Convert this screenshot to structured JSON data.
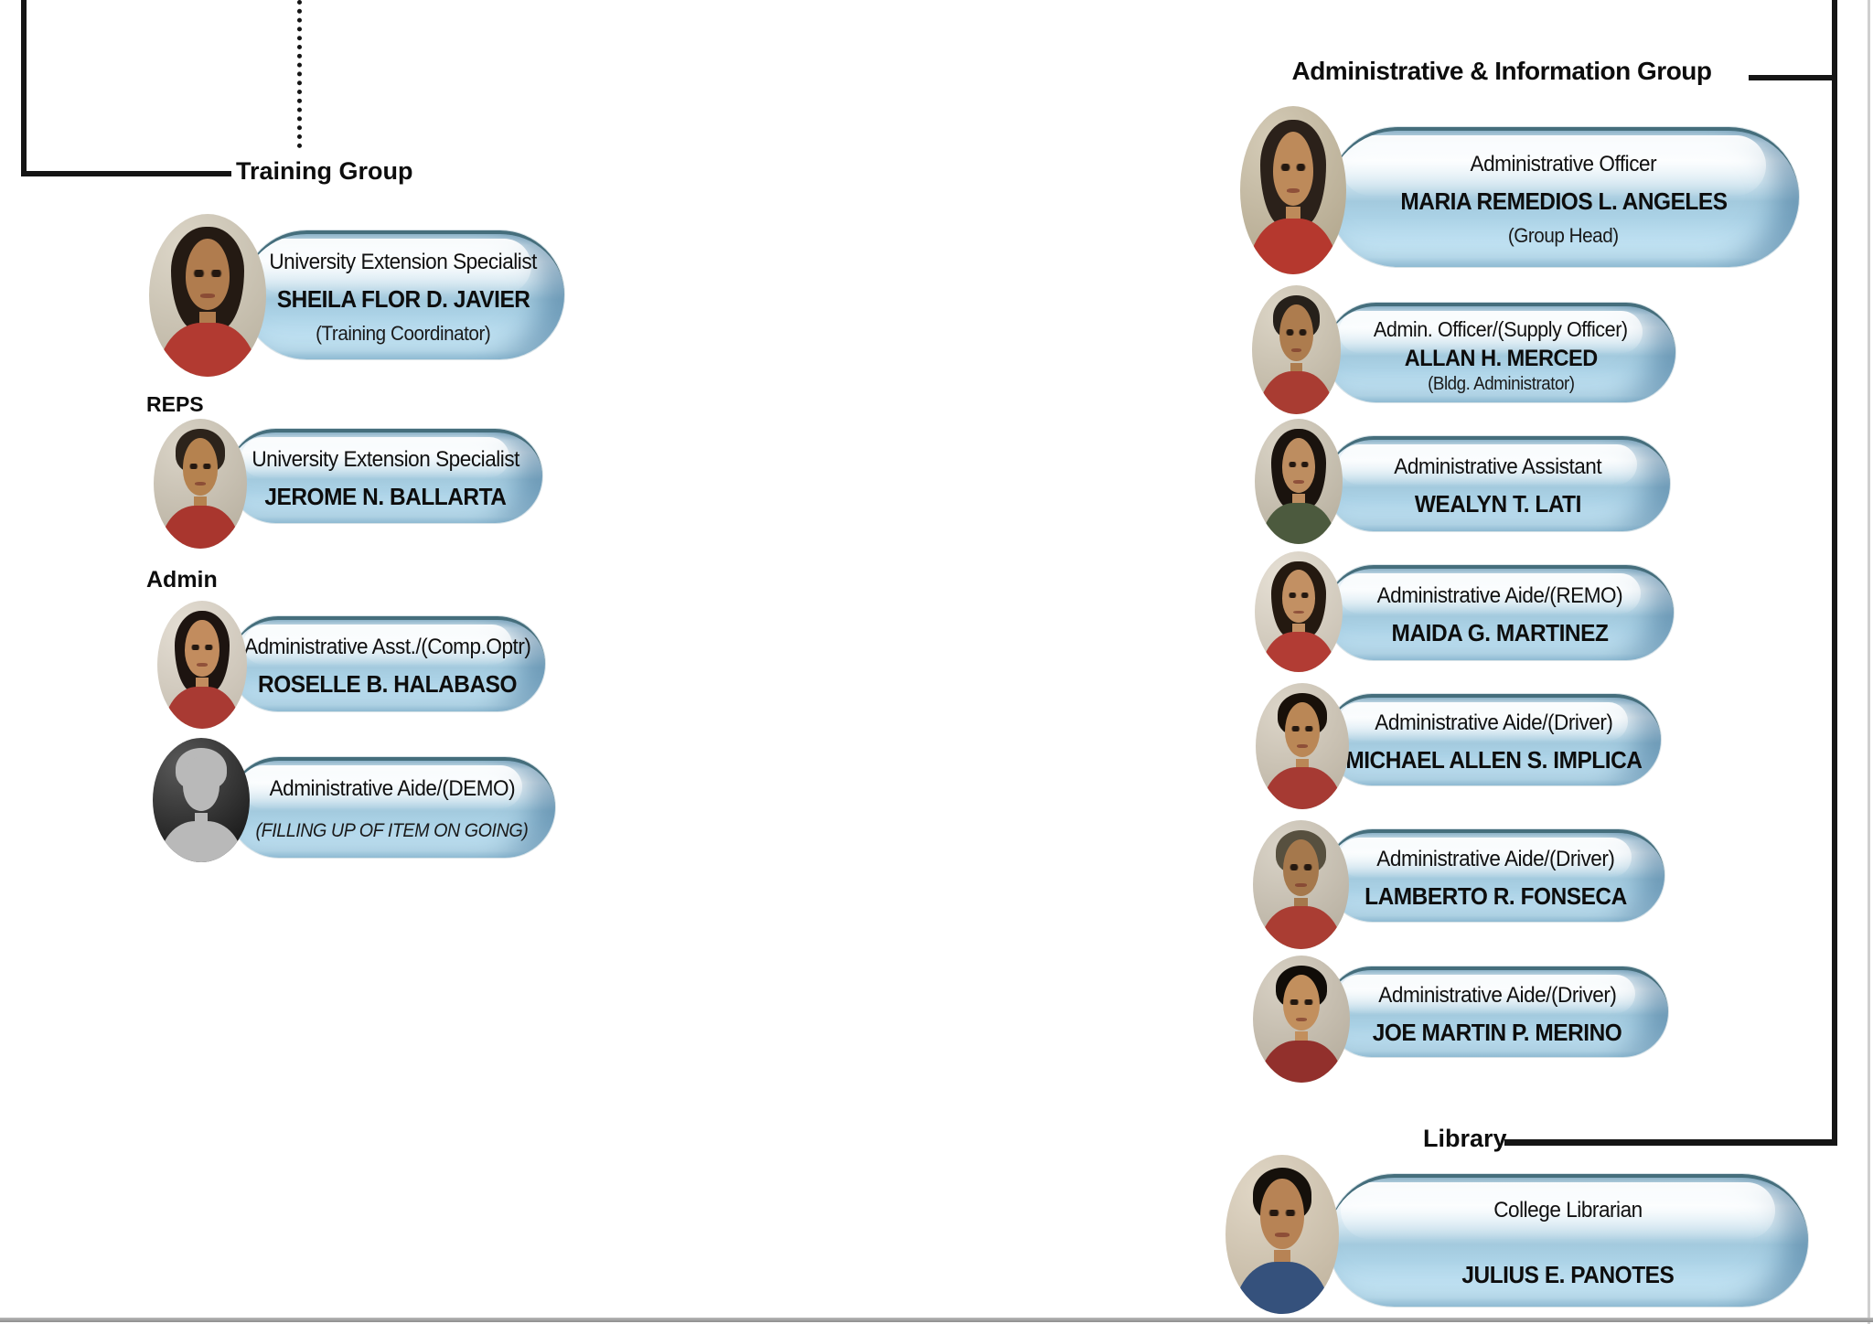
{
  "sections": {
    "training": {
      "label": "Training Group"
    },
    "reps": {
      "label": "REPS"
    },
    "admin": {
      "label": "Admin"
    },
    "admin_info": {
      "label": "Administrative & Information Group"
    },
    "library": {
      "label": "Library"
    }
  },
  "colors": {
    "pill_top_border": "#456e7c",
    "pill_body_blue": "#a3cade",
    "pill_light": "#f8fcfe",
    "connector": "#151515",
    "background": "#ffffff"
  },
  "cards": [
    {
      "title": "University Extension Specialist",
      "name": "SHEILA FLOR D. JAVIER",
      "sub": "(Training Coordinator)",
      "avatar": {
        "bg": "#cdc4b0",
        "shirt": "#b23a31",
        "skin": "#b07c4e",
        "hair": "#241a13",
        "hair_style": "long"
      }
    },
    {
      "title": "University Extension Specialist",
      "name": "JEROME N. BALLARTA",
      "avatar": {
        "bg": "#c9c0ae",
        "shirt": "#a9362e",
        "skin": "#b5824f",
        "hair": "#2c231b",
        "hair_style": "short"
      }
    },
    {
      "title": "Administrative Asst./(Comp.Optr)",
      "name": "ROSELLE B. HALABASO",
      "avatar": {
        "bg": "#d8cfc0",
        "shirt": "#a93a33",
        "skin": "#c28c5e",
        "hair": "#1d1410",
        "hair_style": "long"
      }
    },
    {
      "title": "Administrative Aide/(DEMO)",
      "sub": "(FILLING UP OF ITEM ON GOING)",
      "avatar": {
        "bg": "#111111",
        "shirt": "#b9b9b9",
        "skin": "#b9b9b9",
        "hair": "#b9b9b9",
        "silhouette": true
      }
    },
    {
      "title": "Administrative Officer",
      "name": "MARIA REMEDIOS L. ANGELES",
      "sub": "(Group Head)",
      "avatar": {
        "bg": "#c2b598",
        "shirt": "#b5382e",
        "skin": "#bd8a5a",
        "hair": "#2b211a",
        "hair_style": "long"
      }
    },
    {
      "title": "Admin. Officer/(Supply Officer)",
      "name": "ALLAN H. MERCED",
      "sub": "(Bldg. Administrator)",
      "avatar": {
        "bg": "#ccc2ad",
        "shirt": "#a93c32",
        "skin": "#ad7c4e",
        "hair": "#26201a",
        "hair_style": "short"
      }
    },
    {
      "title": "Administrative Assistant",
      "name": "WEALYN T. LATI",
      "avatar": {
        "bg": "#c8bfac",
        "shirt": "#4c5a3e",
        "skin": "#bd8d60",
        "hair": "#1a130e",
        "hair_style": "long"
      }
    },
    {
      "title": "Administrative Aide/(REMO)",
      "name": "MAIDA G. MARTINEZ",
      "avatar": {
        "bg": "#dbd2c2",
        "shirt": "#b23c34",
        "skin": "#c29063",
        "hair": "#241910",
        "hair_style": "long"
      }
    },
    {
      "title": "Administrative Aide/(Driver)",
      "name": "MICHAEL ALLEN S. IMPLICA",
      "avatar": {
        "bg": "#cdc3b1",
        "shirt": "#a63a33",
        "skin": "#ba8756",
        "hair": "#181009",
        "hair_style": "short"
      }
    },
    {
      "title": "Administrative Aide/(Driver)",
      "name": "LAMBERTO R. FONSECA",
      "avatar": {
        "bg": "#c8bfae",
        "shirt": "#aa3d33",
        "skin": "#a5784c",
        "hair": "#57503f",
        "hair_style": "short"
      }
    },
    {
      "title": "Administrative Aide/(Driver)",
      "name": "JOE MARTIN P. MERINO",
      "avatar": {
        "bg": "#c6bcaa",
        "shirt": "#92302c",
        "skin": "#c28f5d",
        "hair": "#100c08",
        "hair_style": "short"
      }
    },
    {
      "title": "College Librarian",
      "name": "JULIUS E. PANOTES",
      "avatar": {
        "bg": "#d3c5ad",
        "shirt": "#35517c",
        "skin": "#b78355",
        "hair": "#15100b",
        "hair_style": "short"
      }
    }
  ]
}
